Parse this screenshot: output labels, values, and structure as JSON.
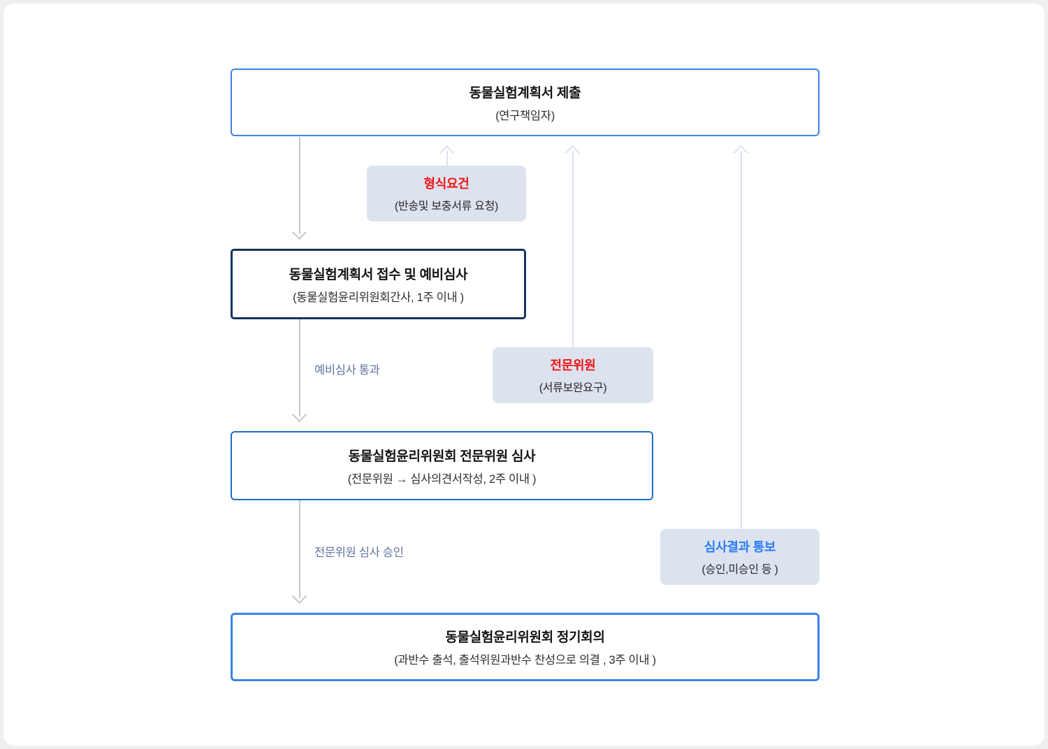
{
  "page": {
    "background": "#efefef",
    "card_background": "#ffffff"
  },
  "colors": {
    "primary_blue_border": "#3d82e8",
    "navy_border": "#16325f",
    "medium_blue_border": "#1f6fc4",
    "note_background": "#dce3ef",
    "red_accent": "#f21414",
    "blue_accent": "#2b7bf7",
    "edge_label_text": "#61749f",
    "down_arrow": "#c6c6c6",
    "up_arrow": "#dbe2ee"
  },
  "flow": {
    "boxes": [
      {
        "id": "submit",
        "title": "동물실험계획서 제출",
        "subtitle": "(연구책임자)"
      },
      {
        "id": "receipt",
        "title": "동물실험계획서 접수 및 예비심사",
        "subtitle": "(동물실험윤리위원회간사, 1주 이내 )"
      },
      {
        "id": "review",
        "title": "동물실험윤리위원회 전문위원 심사",
        "subtitle": "(전문위원 → 심사의견서작성, 2주 이내 )"
      },
      {
        "id": "meeting",
        "title": "동물실험윤리위원회 정기회의",
        "subtitle": "(과반수 출석, 출석위원과반수 찬성으로 의결 , 3주 이내 )"
      }
    ],
    "notes": [
      {
        "id": "format",
        "title": "형식요건",
        "subtitle": "(반송및 보충서류 요청)",
        "title_color": "#f21414"
      },
      {
        "id": "expert",
        "title": "전문위원",
        "subtitle": "(서류보완요구)",
        "title_color": "#f21414"
      },
      {
        "id": "result",
        "title": "심사결과 통보",
        "subtitle": "(승인,미승인 등  )",
        "title_color": "#2b7bf7"
      }
    ],
    "edge_labels": [
      {
        "id": "pass",
        "text": "예비심사 통과"
      },
      {
        "id": "approve",
        "text": "전문위원 심사 승인"
      }
    ]
  }
}
